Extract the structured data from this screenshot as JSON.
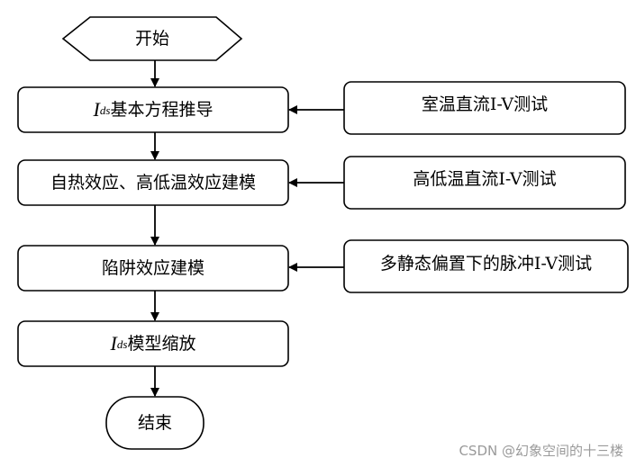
{
  "nodes": {
    "start": "开始",
    "ids_symbol": "I",
    "ids_sub": "ds",
    "step1_text": "基本方程推导",
    "step2": "自热效应、高低温效应建模",
    "step3": "陷阱效应建模",
    "step4_text": "模型缩放",
    "end": "结束"
  },
  "tests": {
    "test1": "室温直流I-V测试",
    "test2": "高低温直流I-V测试",
    "test3": "多静态偏置下的脉冲I-V测试"
  },
  "watermark": "CSDN @幻象空间的十三楼"
}
